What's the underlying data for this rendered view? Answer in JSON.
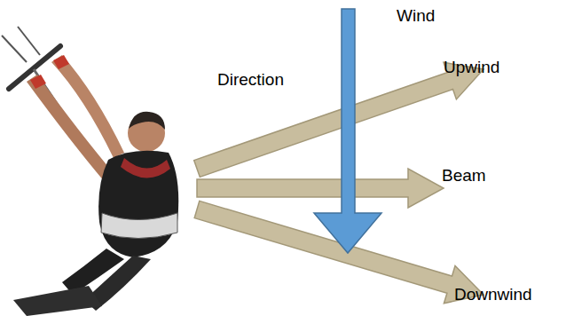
{
  "diagram": {
    "labels": [
      "Wind",
      "Direction",
      "Upwind",
      "Beam",
      "Downwind"
    ]
  }
}
